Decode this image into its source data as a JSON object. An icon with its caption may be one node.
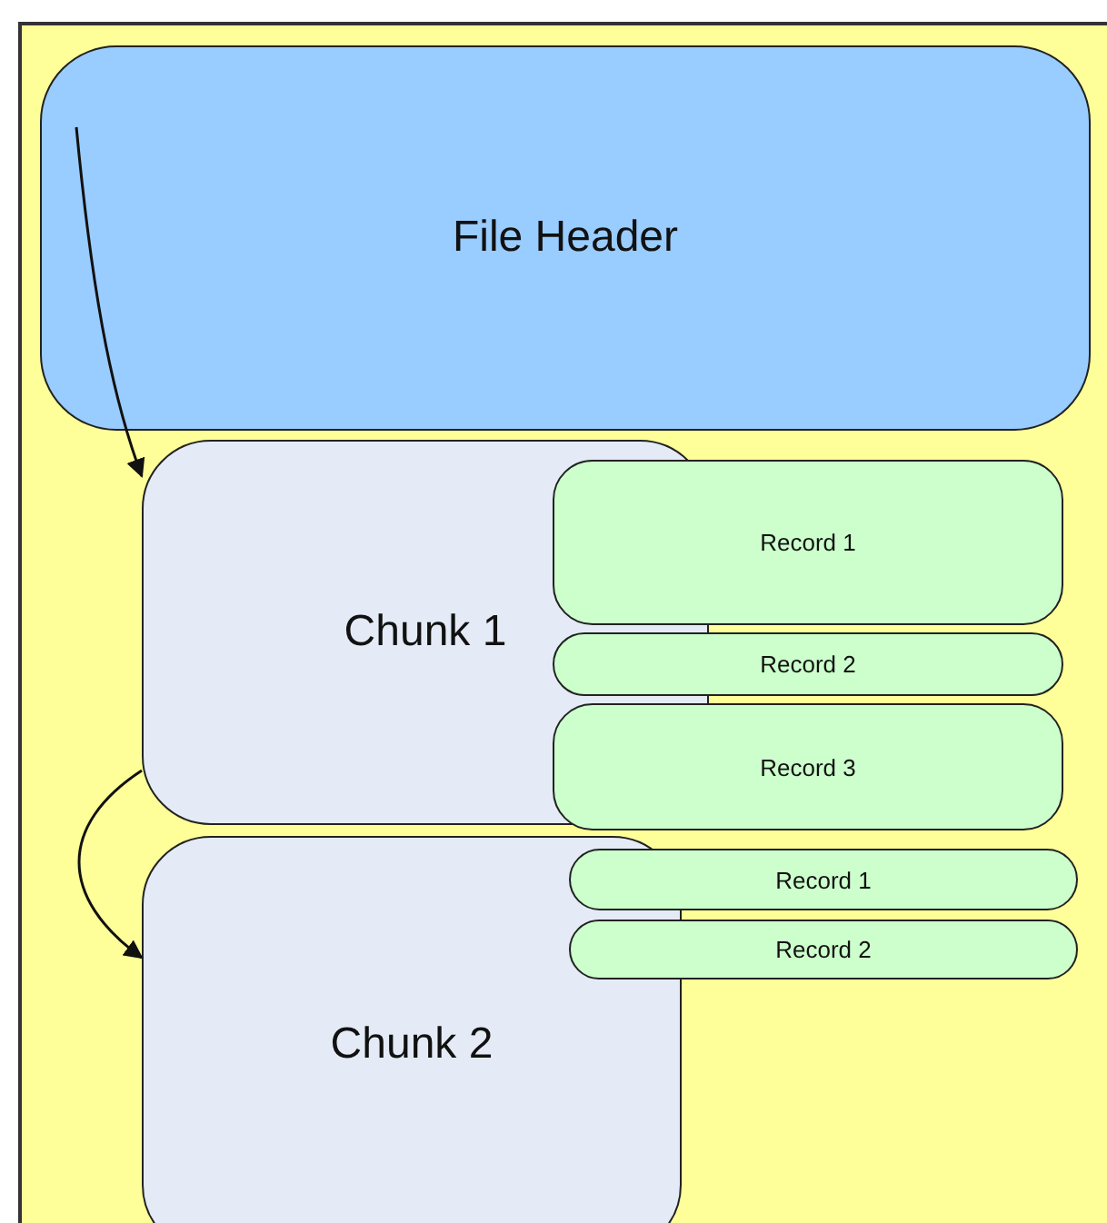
{
  "diagram": {
    "nodes": [
      {
        "text": [],
        "shape": "box"
      },
      {
        "text": [
          "File Header"
        ],
        "in": 0
      },
      {
        "text": [
          "Chunk 1"
        ],
        "in": 0
      },
      {
        "text": [
          "Record 1"
        ],
        "in": 0
      },
      {
        "text": [
          "Record 2"
        ],
        "in": 0
      },
      {
        "text": [
          "Record 3"
        ],
        "in": 0
      },
      {
        "text": [
          "Chunk 2"
        ],
        "in": 0
      },
      {
        "text": [
          "Record 1"
        ],
        "in": 0
      },
      {
        "text": [
          "Record 2"
        ],
        "in": 0
      }
    ],
    "edges": [
      {
        "from": 1,
        "to": 2,
        "arrow": "to"
      },
      {
        "from": 2,
        "to": 6,
        "arrow": "to"
      }
    ]
  }
}
